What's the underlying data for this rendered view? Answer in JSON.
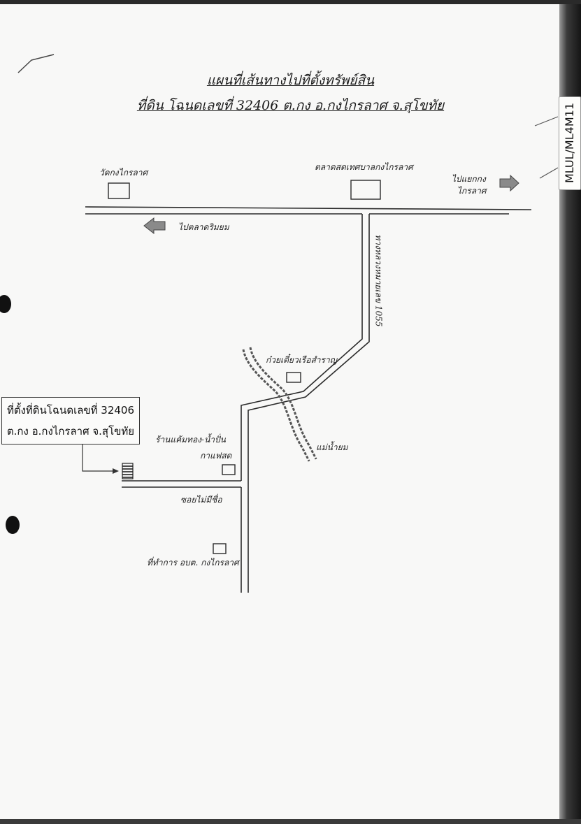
{
  "title": {
    "line1": "แผนที่เส้นทางไปที่ตั้งทรัพย์สิน",
    "line2": "ที่ดิน โฉนดเลขที่ 32406 ต.กง อ.กงไกรลาศ จ.สุโขทัย"
  },
  "side_tab": "MLUL/ML4M11",
  "callout": {
    "line1": "ที่ตั้งที่ดินโฉนดเลขที่ 32406",
    "line2": "ต.กง อ.กงไกรลาศ จ.สุโขทัย"
  },
  "labels": {
    "temple": "วัดกงไกรลาศ",
    "market": "ตลาดสดเทศบาลกงไกรลาศ",
    "to_junction_line1": "ไปแยกกง",
    "to_junction_line2": "ไกรลาศ",
    "to_market": "ไปตลาดริมยม",
    "highway": "ทางหลวงหมายเลข 1055",
    "noodle_shop": "ก๋วยเตี๋ยวเรือสำราญ",
    "river": "แม่น้ำยม",
    "cafe_line1": "ร้านแค้มทอง-น้ำปั่น",
    "cafe_line2": "กาแฟสด",
    "soi": "ซอยไม่มีชื่อ",
    "office": "ที่ทำการ อบต. กงไกรลาศ"
  },
  "colors": {
    "line": "#2b2b2b",
    "arrow_fill": "#8a8a8a",
    "river": "#555555"
  }
}
